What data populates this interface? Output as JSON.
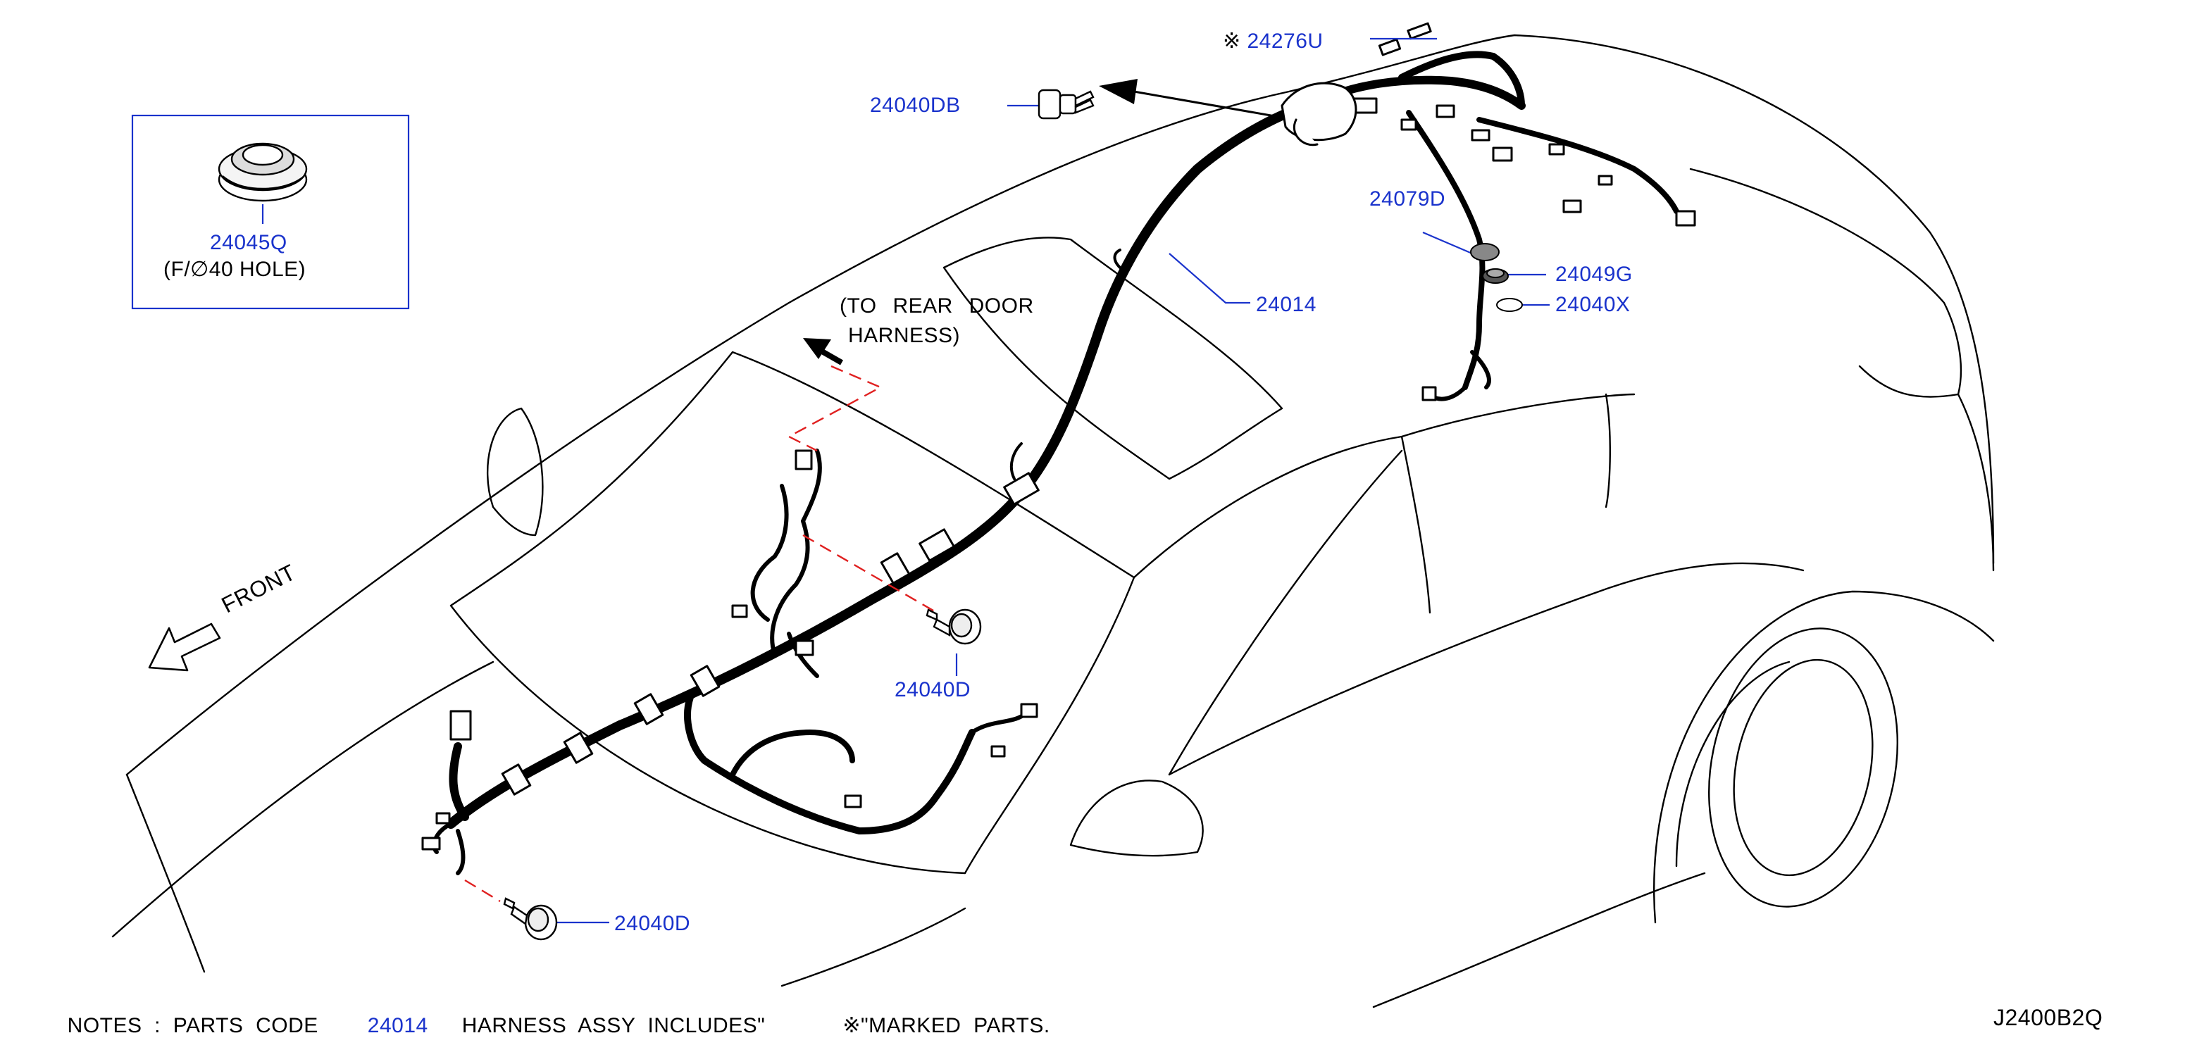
{
  "colors": {
    "line": "#000000",
    "part_label": "#1a33cc",
    "leader": "#1a33cc",
    "dash": "#e02020",
    "background": "#ffffff"
  },
  "inset": {
    "part_number": "24045Q",
    "note": "(F/∅40  HOLE)"
  },
  "callouts": {
    "p24276U": {
      "mark": "※",
      "number": "24276U"
    },
    "p24040DB": "24040DB",
    "p24079D": "24079D",
    "p24049G": "24049G",
    "p24040X": "24040X",
    "p24014": "24014",
    "p24040D_mid": "24040D",
    "p24040D_bottom": "24040D"
  },
  "annotations": {
    "to_rear_door_line1": "(TO  REAR  DOOR",
    "to_rear_door_line2": "HARNESS)",
    "front": "FRONT"
  },
  "notes": {
    "prefix": "NOTES  :  PARTS  CODE",
    "code": "24014",
    "suffix": "HARNESS  ASSY  INCLUDES\"",
    "marked": "※\"MARKED  PARTS."
  },
  "figure_id": "J2400B2Q",
  "icons": [
    "grommet-icon",
    "bolt-icon",
    "clip-icon",
    "front-arrow-icon",
    "direction-arrow-icon"
  ]
}
